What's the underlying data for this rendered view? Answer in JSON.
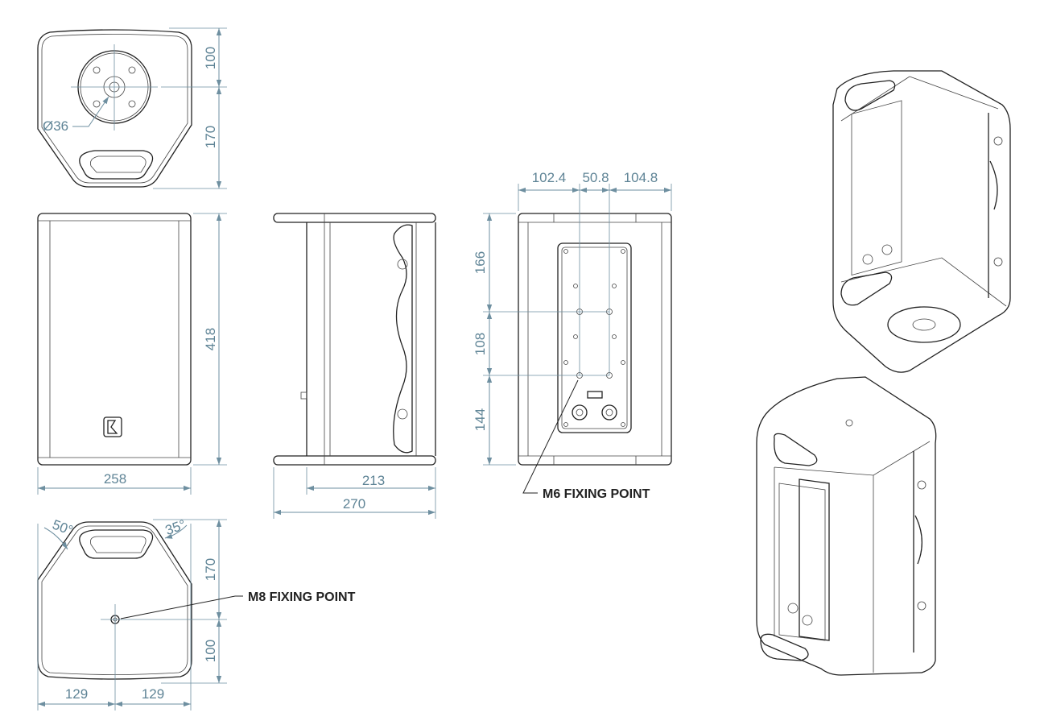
{
  "top_view": {
    "dim_front": "100",
    "dim_back": "170",
    "diameter": "Ø36"
  },
  "front_view": {
    "height": "418",
    "width": "258"
  },
  "side_view": {
    "depth_body": "213",
    "depth_total": "270"
  },
  "rear_view": {
    "left": "102.4",
    "center": "50.8",
    "right": "104.8",
    "upper": "166",
    "middle": "108",
    "lower": "144",
    "fixing_note": "M6 FIXING POINT"
  },
  "bottom_view": {
    "angle_left": "50°",
    "angle_right": "35°",
    "dim_back": "170",
    "dim_front": "100",
    "half_left": "129",
    "half_right": "129",
    "fixing_note": "M8 FIXING POINT"
  },
  "colors": {
    "dimension": "#6e8fa0",
    "outline": "#222222"
  }
}
